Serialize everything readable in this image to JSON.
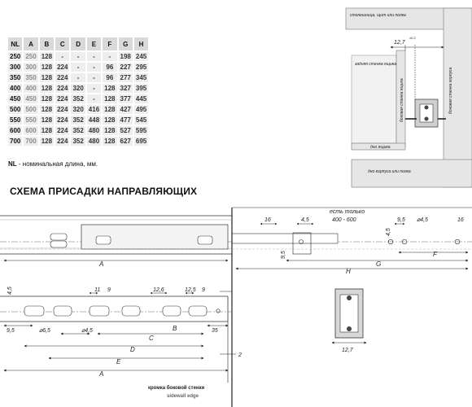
{
  "table": {
    "headers": [
      "NL",
      "A",
      "B",
      "C",
      "D",
      "E",
      "F",
      "G",
      "H"
    ],
    "rows": [
      [
        "250",
        "250",
        "128",
        "-",
        "-",
        "-",
        "-",
        "198",
        "245"
      ],
      [
        "300",
        "300",
        "128",
        "224",
        "-",
        "-",
        "96",
        "227",
        "295"
      ],
      [
        "350",
        "350",
        "128",
        "224",
        "-",
        "-",
        "96",
        "277",
        "345"
      ],
      [
        "400",
        "400",
        "128",
        "224",
        "320",
        "-",
        "128",
        "327",
        "395"
      ],
      [
        "450",
        "450",
        "128",
        "224",
        "352",
        "-",
        "128",
        "377",
        "445"
      ],
      [
        "500",
        "500",
        "128",
        "224",
        "320",
        "416",
        "128",
        "427",
        "495"
      ],
      [
        "550",
        "550",
        "128",
        "224",
        "352",
        "448",
        "128",
        "477",
        "545"
      ],
      [
        "600",
        "600",
        "128",
        "224",
        "352",
        "480",
        "128",
        "527",
        "595"
      ],
      [
        "700",
        "700",
        "128",
        "224",
        "352",
        "480",
        "128",
        "627",
        "695"
      ]
    ]
  },
  "note": {
    "bold": "NL",
    "text": " - номинальная длина, мм."
  },
  "scheme_title": "СХЕМА ПРИСАДКИ НАПРАВЛЯЮЩИХ",
  "section_view": {
    "labels": {
      "top": "столешница, щит или полка",
      "dim": "12,7",
      "dim_tol": "±0.2",
      "back_wall": "задняя стенка ящика",
      "side_wall": "боковая стенка ящика",
      "side_body": "боковая стенка корпуса",
      "drawer_bottom": "дно ящика",
      "body_bottom": "дно корпуса или полка"
    }
  },
  "top_drawing": {
    "labels": {
      "d16": "16",
      "d45": "4,5",
      "only": "есть только",
      "only_range": "400 - 600",
      "d95": "9,5",
      "d45h": "4,5",
      "dia45": "⌀4,5",
      "d16r": "16",
      "A": "A",
      "G": "G",
      "H": "H",
      "F": "F",
      "d95v": "9,5"
    }
  },
  "bottom_drawing": {
    "labels": {
      "d45v": "4,5",
      "d11": "11",
      "d9a": "9",
      "d126": "12,6",
      "d125": "12,5",
      "d9b": "9",
      "d95": "9,5",
      "dia65": "⌀6,5",
      "dia45": "⌀4,5",
      "C": "C",
      "B": "B",
      "d35": "35",
      "D": "D",
      "E": "E",
      "A": "A",
      "d2": "2",
      "edge_ru": "кромка боковой стенки",
      "edge_en": "sidewall edge"
    }
  },
  "profile_view": {
    "dim": "12,7"
  }
}
